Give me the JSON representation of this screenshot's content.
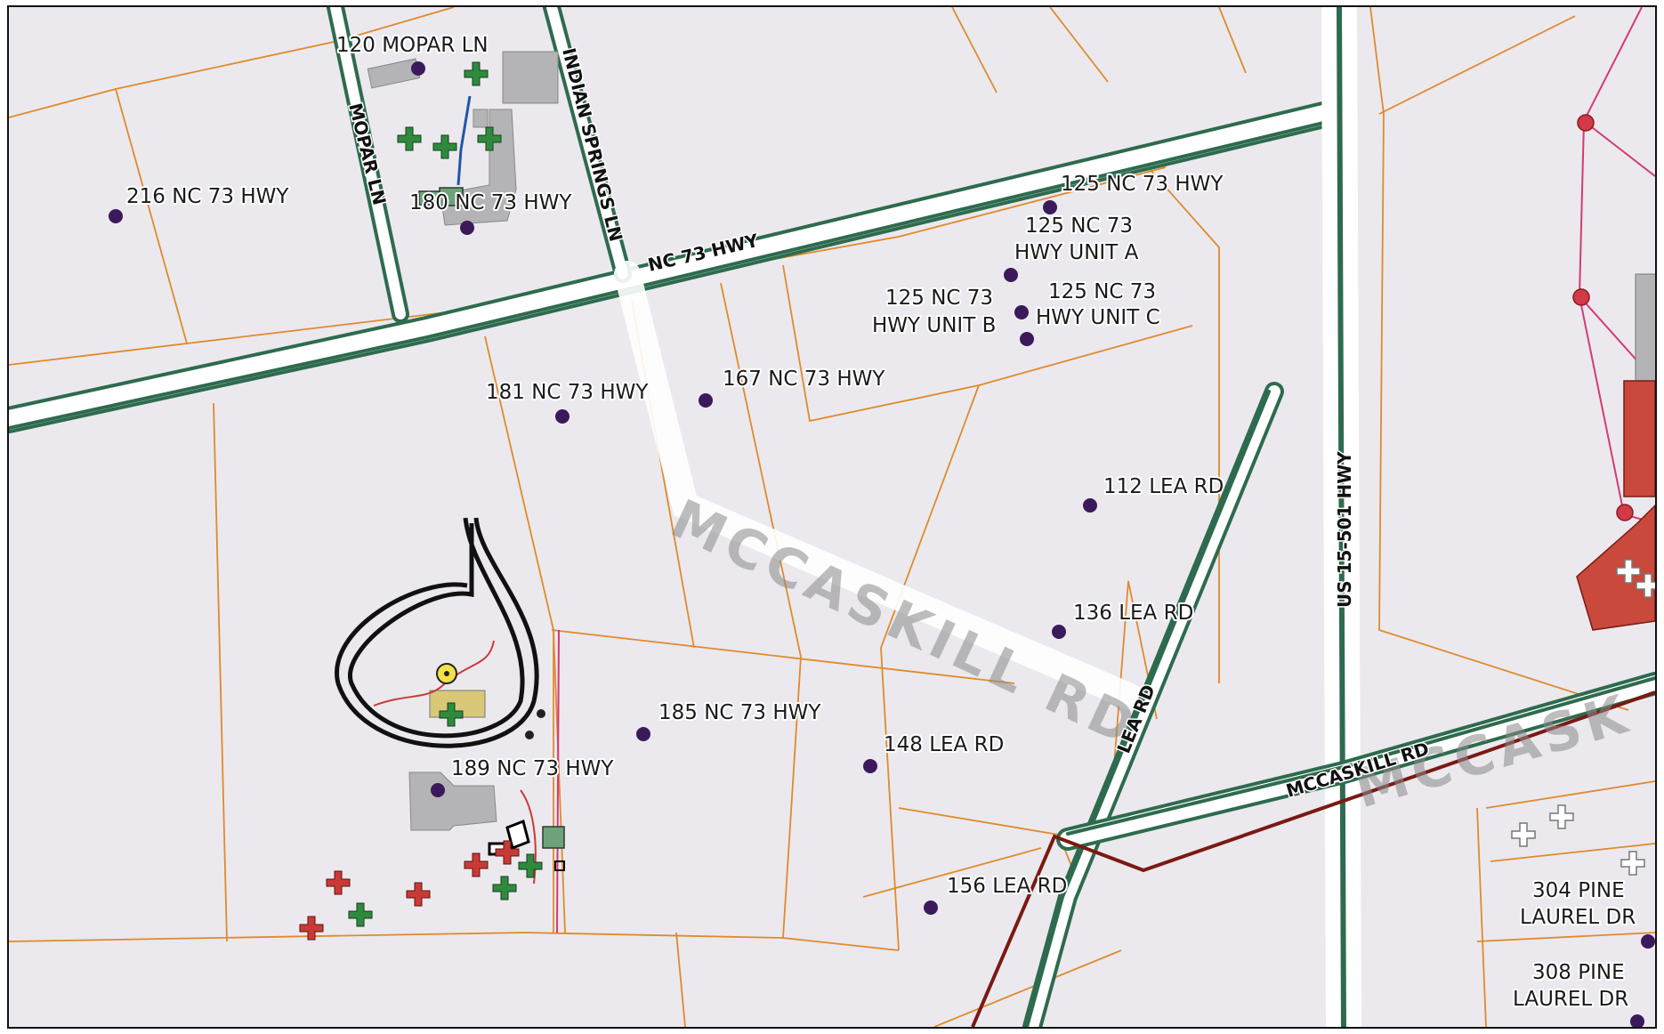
{
  "map": {
    "addresses": [
      {
        "label": "120 MOPAR LN"
      },
      {
        "label": "216 NC 73 HWY"
      },
      {
        "label": "180 NC 73 HWY"
      },
      {
        "label": "125 NC 73 HWY"
      },
      {
        "label1": "125 NC 73",
        "label2": "HWY UNIT A"
      },
      {
        "label1": "125 NC 73",
        "label2": "HWY UNIT B"
      },
      {
        "label1": "125 NC 73",
        "label2": "HWY UNIT C"
      },
      {
        "label": "181 NC 73 HWY"
      },
      {
        "label": "167 NC 73 HWY"
      },
      {
        "label": "112 LEA RD"
      },
      {
        "label": "136 LEA RD"
      },
      {
        "label": "185 NC 73 HWY"
      },
      {
        "label": "148 LEA RD"
      },
      {
        "label": "189 NC 73 HWY"
      },
      {
        "label": "156 LEA RD"
      },
      {
        "label1": "304 PINE",
        "label2": "LAUREL DR"
      },
      {
        "label1": "308 PINE",
        "label2": "LAUREL DR"
      }
    ],
    "roads": {
      "mopar_ln": "MOPAR LN",
      "indian_springs_ln": "INDIAN SPRINGS LN",
      "nc_73_hwy": "NC 73 HWY",
      "us_15_501_hwy": "US 15-501 HWY",
      "lea_rd": "LEA RD",
      "mccaskill_rd": "MCCASKILL RD",
      "mccaskill_big": "MCCASKILL RD",
      "mccaskill_big_right": "MCCASK"
    },
    "colors": {
      "background": "#ebe9ee",
      "road_fill": "#ffffff",
      "road_edge": "#2e6b4e",
      "parcel_line": "#e08a2c",
      "address_point": "#3b1a5c",
      "building": "#b4b4b6",
      "red_building": "#c9493c",
      "green_cross": "#2f8a3e",
      "red_cross": "#c93a36",
      "power_line": "#7a1a12",
      "pink_line": "#d23a78"
    }
  }
}
